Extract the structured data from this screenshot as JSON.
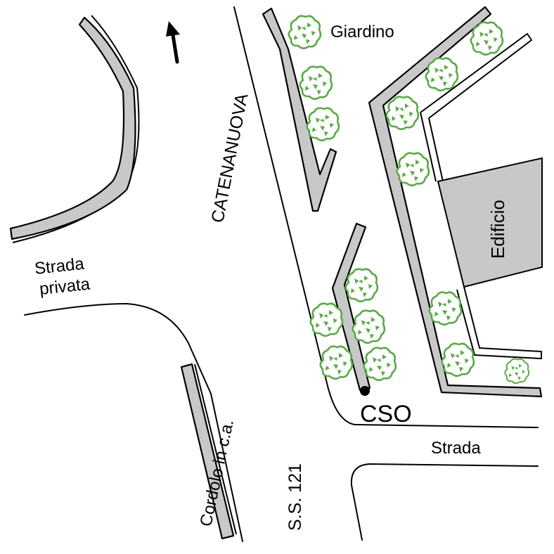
{
  "labels": {
    "giardino": "Giardino",
    "catenanuova": "CATENANUOVA",
    "strada_privata_1": "Strada",
    "strada_privata_2": "privata",
    "edificio": "Edificio",
    "cso": "CSO",
    "strada": "Strada",
    "ss121": "S.S. 121",
    "cordolo": "Cordolo in c.a."
  },
  "icons": {
    "tree": "tree-icon",
    "north_arrow": "arrow-up-icon",
    "cso_marker": "dot-icon"
  },
  "colors": {
    "tree": "#5aaa46",
    "curb_fill": "#c8c8c8",
    "building_fill": "#c8c8c8",
    "line": "#000000"
  }
}
